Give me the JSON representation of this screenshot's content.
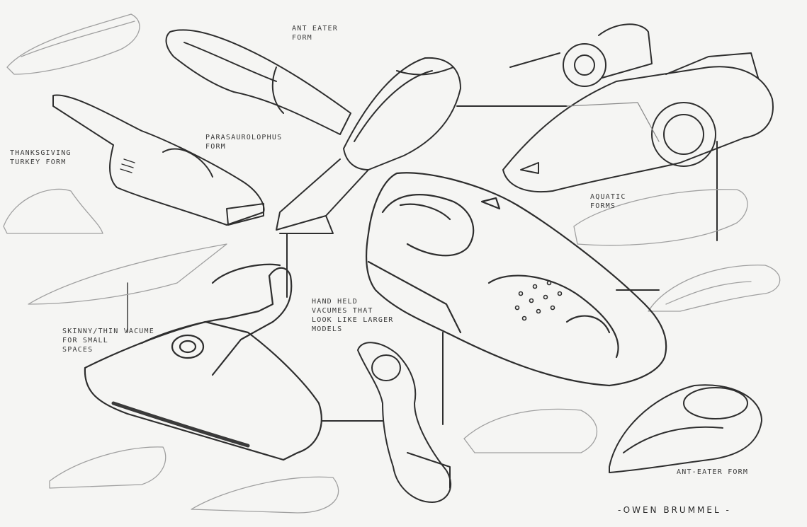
{
  "annotations": {
    "ant_eater_top": "ANT EATER\nFORM",
    "parasaurolophus": "PARASAUROLOPHUS\nFORM",
    "thanksgiving": "THANKSGIVING\nTURKEY FORM",
    "aquatic": "AQUATIC\nFORMS",
    "handheld": "HAND HELD\nVACUMES THAT\nLOOK LIKE LARGER\nMODELS",
    "skinny": "SKINNY/THIN VACUME\nFOR SMALL\nSPACES",
    "ant_eater_bottom": "ANT-EATER FORM"
  },
  "signature": "-OWEN BRUMMEL -",
  "colors": {
    "paper": "#f5f5f3",
    "graphite": "#2e2e2e",
    "light_graphite": "#9a9a9a"
  }
}
